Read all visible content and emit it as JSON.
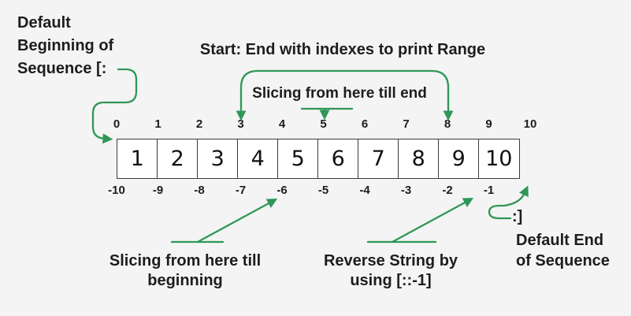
{
  "colors": {
    "background": "#f4f4f4",
    "accent_green": "#2f9758",
    "box_border": "#3b3b3b",
    "box_fill": "#ffffff",
    "text": "#1d1d1d"
  },
  "header": {
    "title": "Start: End with indexes to print Range"
  },
  "annotations": {
    "default_beginning": "Default\nBeginning of\nSequence  [:",
    "slicing_till_end": "Slicing from here till end",
    "slicing_till_beginning": "Slicing from here till\nbeginning",
    "reverse_string": "Reverse String by\nusing [::-1]",
    "end_bracket": ":]",
    "default_end": "Default End\nof Sequence"
  },
  "sequence": {
    "values": [
      "1",
      "2",
      "3",
      "4",
      "5",
      "6",
      "7",
      "8",
      "9",
      "10"
    ],
    "top_indexes": [
      "0",
      "1",
      "2",
      "3",
      "4",
      "5",
      "6",
      "7",
      "8",
      "9",
      "10"
    ],
    "bottom_indexes": [
      "-10",
      "-9",
      "-8",
      "-7",
      "-6",
      "-5",
      "-4",
      "-3",
      "-2",
      "-1"
    ]
  }
}
